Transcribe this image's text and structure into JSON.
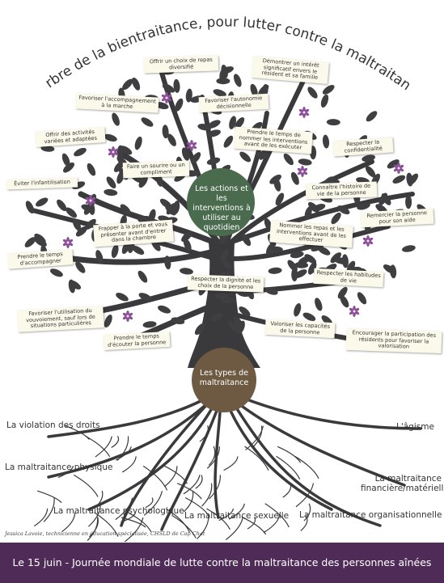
{
  "title": "L'arbre de la bientraitance, pour lutter contre la maltraitance",
  "center_top": "Les actions et les interventions à utiliser au quotidien",
  "center_bottom": "Les types de maltraitance",
  "notes": [
    "Offrir un choix de repas diversifié",
    "Démontrer un intérêt significatif envers le résident et sa famille",
    "Favoriser l'accompagnement à la marche",
    "Favoriser l'autonomie décisionnelle",
    "Offrir des activités variées et adaptées",
    "Prendre le temps de nommer les interventions avant de les exécuter",
    "Respecter la confidentialité",
    "Faire un sourire ou un compliment",
    "Éviter l'infantilisation",
    "Connaître l'histoire de vie de la personne",
    "Remercier la personne pour son aide",
    "Frapper à la porte et vous présenter avant d'entrer dans la chambre",
    "Nommer les repas et les interventions avant de les effectuer",
    "Prendre le temps d'accompagner",
    "Respecter la dignité et les choix de la personne",
    "Respecter les habitudes de vie",
    "Favoriser l'utilisation du vouvoiement, sauf lors de situations particulières",
    "Valoriser les capacités de la personne",
    "Prendre le temps d'écouter la personne",
    "Encourager la participation des résidents pour favoriser la valorisation"
  ],
  "roots": [
    "La violation des droits",
    "L'âgisme",
    "La maltraitance physique",
    "La maltraitance financière/matérielle",
    "La maltraitance psychologique",
    "La maltraitance sexuelle",
    "La maltraitance organisationnelle"
  ],
  "credit": "Jessica Lavoie, technicienne en éducation spécialisée, CHSLD de Cap Chat",
  "banner": "Le 15 juin - Journée mondiale de lutte contre la maltraitance des personnes aînées",
  "colors": {
    "foliage": "#3f3f41",
    "trunk": "#3a3a3c",
    "green_circle": "#4a6b4e",
    "brown_circle": "#6e5a42",
    "flower": "#8b4e97",
    "banner": "#4f2c57",
    "note": "#fbf9ea"
  }
}
